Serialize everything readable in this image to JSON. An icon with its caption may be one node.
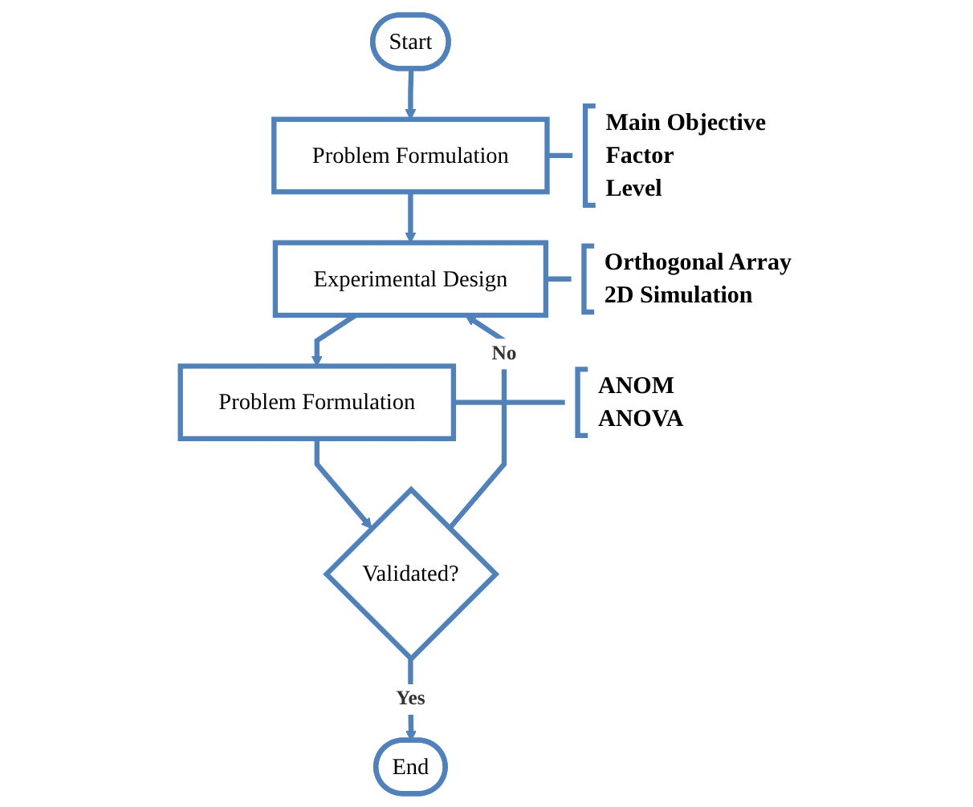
{
  "diagram": {
    "nodes": [
      {
        "text": [
          "Start"
        ]
      },
      {
        "text": [
          "Problem Formulation"
        ],
        "beside": [
          "Main Objective",
          "Factor",
          "Level"
        ]
      },
      {
        "text": [
          "Experimental Design"
        ],
        "beside": [
          "Orthogonal Array",
          "2D Simulation"
        ]
      },
      {
        "text": [
          "Problem Formulation"
        ],
        "beside": [
          "ANOM",
          "ANOVA"
        ]
      },
      {
        "text": [
          "Validated?"
        ]
      },
      {
        "text": [
          "End"
        ]
      }
    ],
    "edges": [
      {
        "from": 0,
        "to": 1,
        "arrow": "to"
      },
      {
        "from": 1,
        "to": 2,
        "arrow": "to"
      },
      {
        "from": 2,
        "to": 3,
        "arrow": "to"
      },
      {
        "from": 3,
        "to": 4,
        "arrow": "to"
      },
      {
        "from": 4,
        "to": 5,
        "label": "Yes",
        "arrow": "to"
      },
      {
        "from": 4,
        "to": 2,
        "label": "No",
        "arrow": "to"
      }
    ]
  }
}
